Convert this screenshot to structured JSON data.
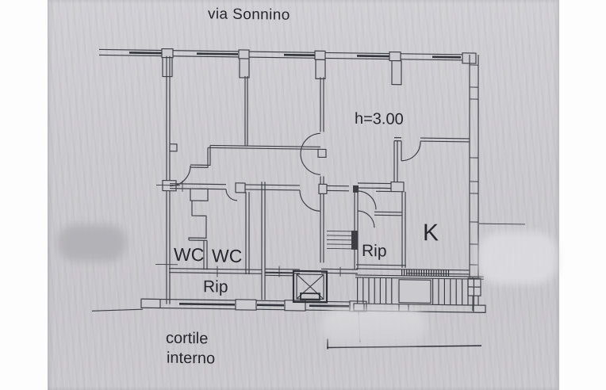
{
  "plan": {
    "street_label": "via Sonnino",
    "ceiling_height": "h=3.00",
    "kitchen": "K",
    "storage_right": "Rip",
    "storage_left": "Rip",
    "wc_1": "WC",
    "wc_2": "WC",
    "courtyard_line_1": "cortile",
    "courtyard_line_2": "interno"
  },
  "colors": {
    "paper": "#cbcacf",
    "ink": "#3d3d45",
    "text": "#26262c",
    "photo_background": "#fdfdfd"
  }
}
